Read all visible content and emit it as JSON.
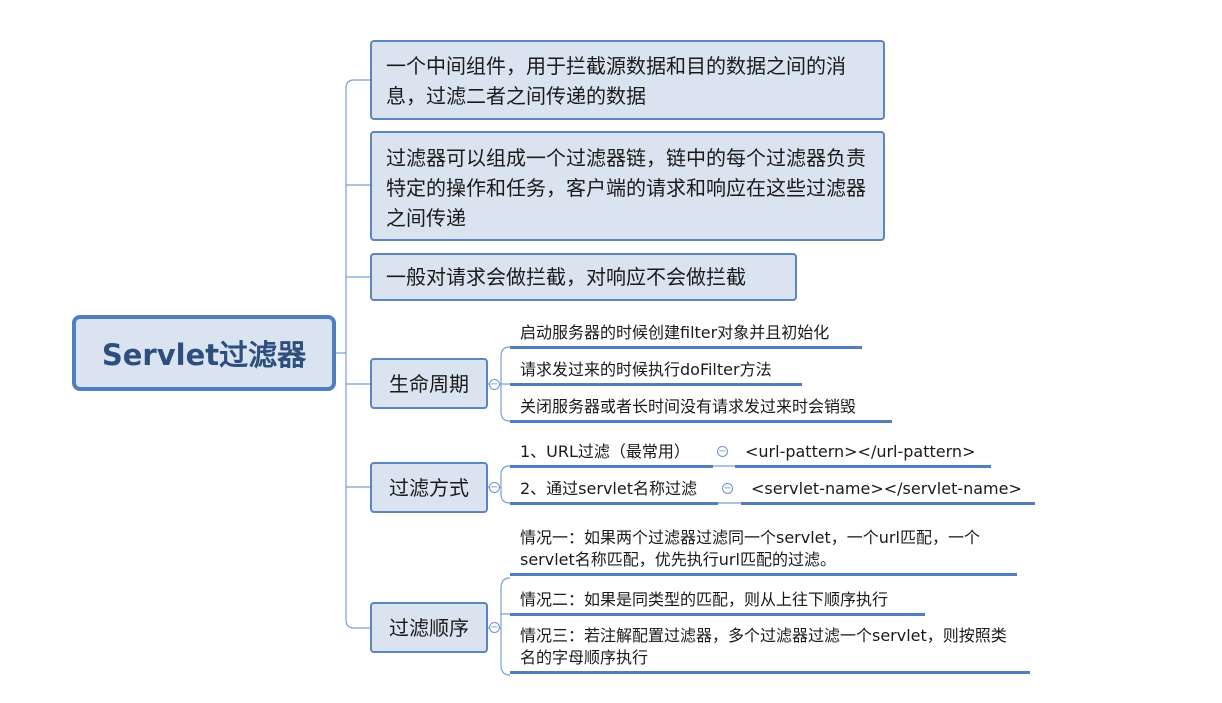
{
  "root": {
    "label": "Servlet过滤器"
  },
  "topics": {
    "t1": "一个中间组件，用于拦截源数据和目的数据之间的消息，过滤二者之间传递的数据",
    "t2": "过滤器可以组成一个过滤器链，链中的每个过滤器负责特定的操作和任务，客户端的请求和响应在这些过滤器之间传递",
    "t3": "一般对请求会做拦截，对响应不会做拦截",
    "lifecycle": {
      "label": "生命周期",
      "items": [
        "启动服务器的时候创建filter对象并且初始化",
        "请求发过来的时候执行doFilter方法",
        "关闭服务器或者长时间没有请求发过来时会销毁"
      ]
    },
    "method": {
      "label": "过滤方式",
      "items": [
        {
          "label": "1、URL过滤（最常用）",
          "child": "<url-pattern></url-pattern>"
        },
        {
          "label": "2、通过servlet名称过滤",
          "child": "<servlet-name></servlet-name>"
        }
      ]
    },
    "order": {
      "label": "过滤顺序",
      "items": [
        "情况一：如果两个过滤器过滤同一个servlet，一个url匹配，一个servlet名称匹配，优先执行url匹配的过滤。",
        "情况二：如果是同类型的匹配，则从上往下顺序执行",
        "情况三：若注解配置过滤器，多个过滤器过滤一个servlet，则按照类名的字母顺序执行"
      ]
    }
  },
  "colors": {
    "fill": "#dae3f0",
    "border": "#5b86c0",
    "line": "#5b86c0",
    "title": "#2d4f80"
  }
}
